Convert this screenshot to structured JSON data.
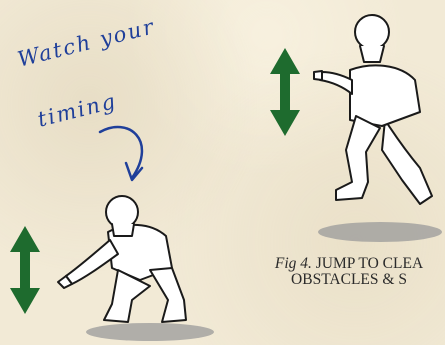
{
  "annotation": {
    "line1": "Watch your",
    "line2": "timing"
  },
  "caption": {
    "fig_label": "Fig 4.",
    "line1": "JUMP TO CLEA",
    "line2": "OBSTACLES & S"
  },
  "colors": {
    "background": "#f2ead6",
    "arrow_green": "#1e6b2e",
    "annotation_blue": "#1f3f9a",
    "shadow_gray": "#9a9a9a",
    "caption_text": "#2b2b2b"
  }
}
